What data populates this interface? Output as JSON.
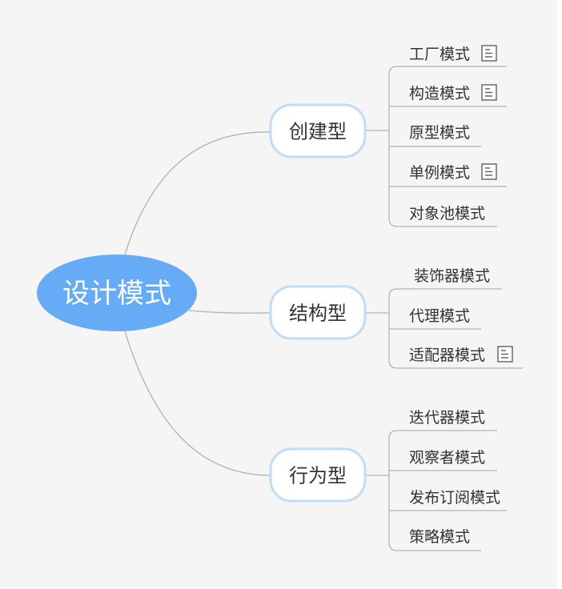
{
  "root": {
    "label": "设计模式",
    "color": "#66abf6"
  },
  "categories": [
    {
      "id": "creational",
      "label": "创建型",
      "children": [
        {
          "label": "工厂模式",
          "note": true
        },
        {
          "label": "构造模式",
          "note": true
        },
        {
          "label": "原型模式",
          "note": false
        },
        {
          "label": "单例模式",
          "note": true
        },
        {
          "label": "对象池模式",
          "note": false
        }
      ]
    },
    {
      "id": "structural",
      "label": "结构型",
      "children": [
        {
          "label": "装饰器模式",
          "note": false
        },
        {
          "label": "代理模式",
          "note": false
        },
        {
          "label": "适配器模式",
          "note": true
        }
      ]
    },
    {
      "id": "behavioral",
      "label": "行为型",
      "children": [
        {
          "label": "迭代器模式",
          "note": false
        },
        {
          "label": "观察者模式",
          "note": false
        },
        {
          "label": "发布订阅模式",
          "note": false
        },
        {
          "label": "策略模式",
          "note": false
        }
      ]
    }
  ],
  "colors": {
    "background": "#f5f5f5",
    "root_fill": "#66abf6",
    "category_border": "#c1dcf6",
    "connector": "#b3b3b3",
    "text": "#333333"
  },
  "icons": {
    "leaf_note": "note-icon"
  }
}
